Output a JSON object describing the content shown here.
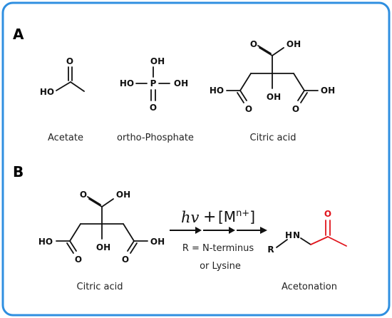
{
  "frame_color": "#2f8fe0",
  "highlight_color": "#e0141c",
  "panel_a": {
    "letter": "A",
    "molecules": [
      {
        "name": "Acetate"
      },
      {
        "name": "ortho-Phosphate"
      },
      {
        "name": "Citric acid"
      }
    ]
  },
  "panel_b": {
    "letter": "B",
    "reactant": "Citric acid",
    "product": "Acetonation",
    "conditions": {
      "light": "hv",
      "plus": "+",
      "metal": "[M",
      "metal_charge": "n+",
      "metal_close": "]",
      "r_definition_line1": "R = N-terminus",
      "r_definition_line2": "or Lysine"
    }
  },
  "atoms": {
    "oh": "OH",
    "ho": "HO",
    "o": "O",
    "p": "P",
    "h": "H",
    "n": "N",
    "r": "R"
  }
}
